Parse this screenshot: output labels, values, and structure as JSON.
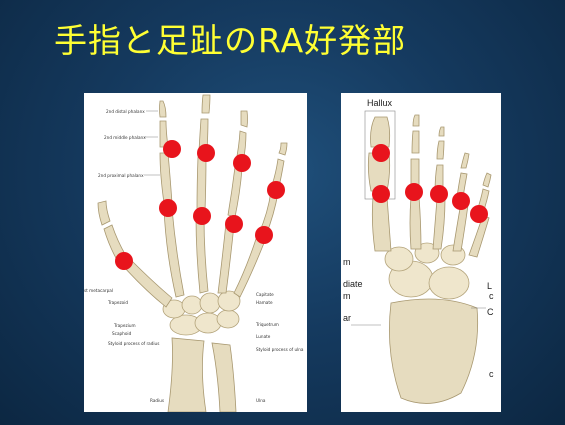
{
  "title": "手指と足趾のRA好発部",
  "hand": {
    "labels": {
      "distal_phalanx": "2nd distal phalanx",
      "middle_phalanx": "2nd middle phalanx",
      "proximal_phalanx": "2nd proximal phalanx",
      "metacarpal": "st metacarpal",
      "trapezoid": "Trapezoid",
      "trapezium": "Trapezium",
      "scaphoid": "Scaphoid",
      "styloid_radius": "Styloid process of radius",
      "radius": "Radius",
      "capitate": "Capitate",
      "hamate": "Hamate",
      "triquetrum": "Triquetrum",
      "lunate": "Lunate",
      "styloid_ulna": "Styloid process of ulna",
      "ulna": "Ulna"
    }
  },
  "foot": {
    "labels": {
      "hallux": "Hallux",
      "m1": "m",
      "diate": "diate",
      "m2": "m",
      "ar": "ar",
      "L": "L",
      "c": "c",
      "C": "C",
      "c2": "c"
    }
  },
  "colors": {
    "title": "#ffff33",
    "joint_marker": "#e8141c",
    "background": "#1a4670"
  }
}
